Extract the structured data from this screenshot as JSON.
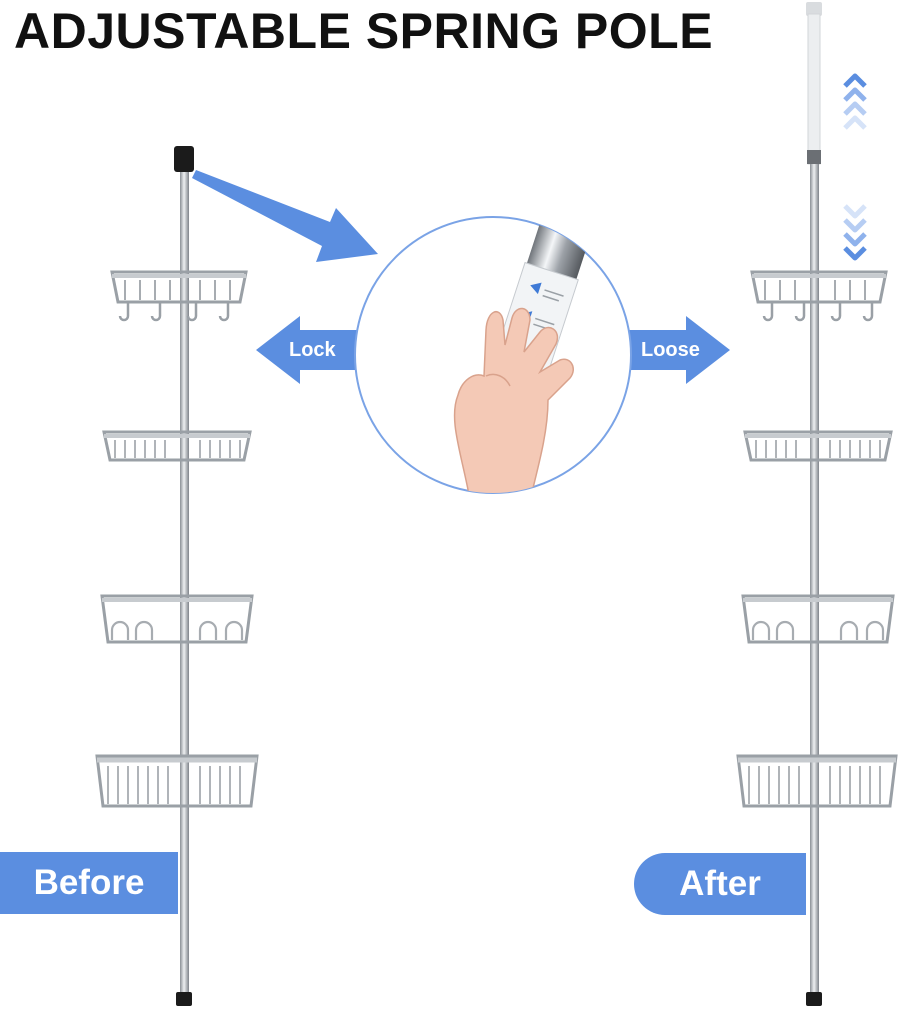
{
  "title": "ADJUSTABLE SPRING POLE",
  "labels": {
    "lock": "Lock",
    "loose": "Loose",
    "before": "Before",
    "after": "After"
  },
  "colors": {
    "accent": "#5b8ee0",
    "circle_border": "#7aa3e6",
    "chrome": "#b9bdc2",
    "title": "#111111"
  }
}
